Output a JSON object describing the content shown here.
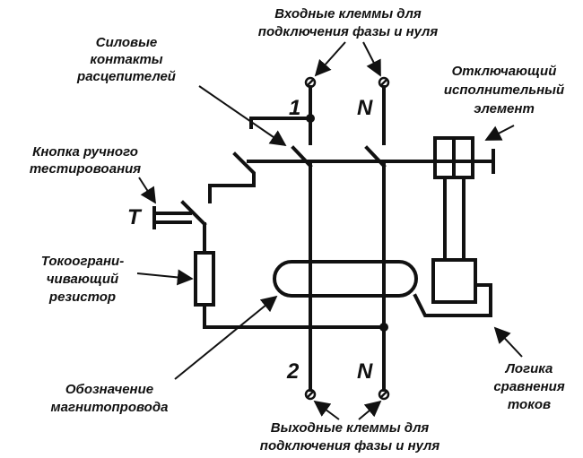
{
  "labels": {
    "input_terminals": [
      "Входные клеммы для",
      "подключения фазы и нуля"
    ],
    "power_contacts": [
      "Силовые",
      "контакты",
      "расцепителей"
    ],
    "trip_element": [
      "Отключающий",
      "исполнительный",
      "элемент"
    ],
    "test_button": [
      "Кнопка ручного",
      "тестировоания"
    ],
    "resistor": [
      "Токоограни-",
      "чивающий",
      "резистор"
    ],
    "magnetic_core": [
      "Обозначение",
      "магнитопровода"
    ],
    "output_terminals": [
      "Выходные клеммы для",
      "подключения фазы и нуля"
    ],
    "comparison_logic": [
      "Логика",
      "сравнения",
      "токов"
    ]
  },
  "marks": {
    "in_phase": "1",
    "in_neutral": "N",
    "out_phase": "2",
    "out_neutral": "N",
    "test": "T"
  }
}
